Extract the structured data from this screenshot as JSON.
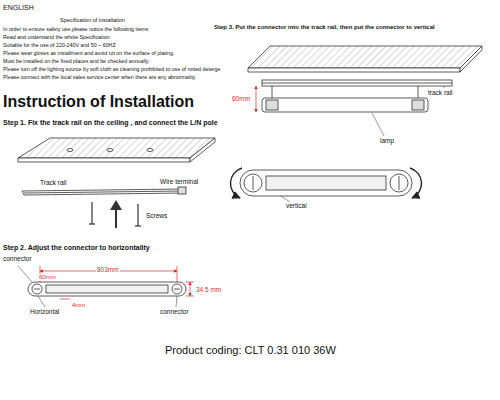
{
  "diagram": {
    "title": "Instruction of Installation",
    "labels": [
      "ENGLISH",
      "Specification of installation",
      "In order to ensure safety use,please notice the following items:",
      "Read and understand the whole Specification",
      "Suitable for the use of 220-240V and 50 ~ 60HZ",
      "Please wear gloves as installment and avoid rot on the surface of plating.",
      "Must be installed on the fixed places and be checked annually.",
      "Please turn off the lighting source by soft cloth as cleaning prohibited to use of rotted deterge",
      "Please connect with the local sales service center when there are any abnormality.",
      "Step 1. Fix the track rail on the ceiling , and connect the L/N pole",
      "Track rail",
      "Wire terminal",
      "Screws",
      "Step 2. Adjust the connector to horizontality",
      "connector",
      "803mm",
      "60mm",
      "34.5 mm",
      "Horizontal",
      "4mm",
      "connector",
      "Step 3. Put the connector into the track rail, then put the connector to vertical",
      "track rail",
      "60mm",
      "lamp",
      "vertical",
      "Product coding: CLT 0.31 010 36W"
    ]
  }
}
